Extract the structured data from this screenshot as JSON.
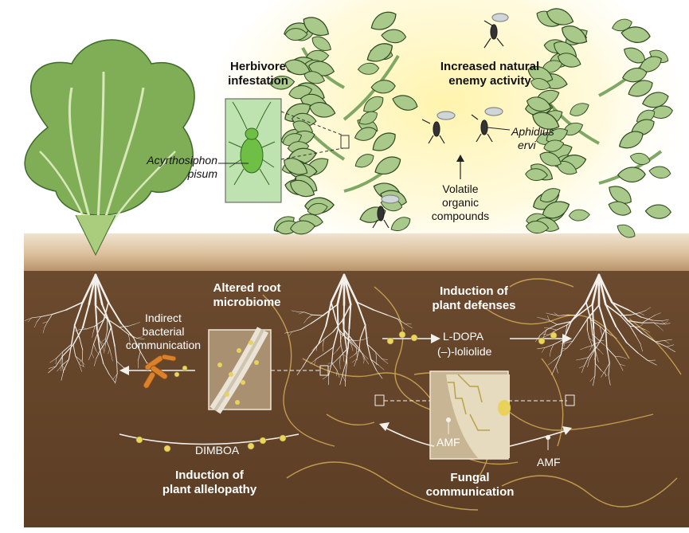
{
  "labels": {
    "herbivore_1": "Herbivore",
    "herbivore_2": "infestation",
    "enemy_1": "Increased natural",
    "enemy_2": "enemy activity",
    "aphid_genus": "Acyrthosiphon",
    "aphid_species": "pisum",
    "wasp_genus": "Aphidius",
    "wasp_species": "ervi",
    "volatile_1": "Volatile",
    "volatile_2": "organic",
    "volatile_3": "compounds",
    "microbiome_1": "Altered root",
    "microbiome_2": "microbiome",
    "bacterial_1": "Indirect",
    "bacterial_2": "bacterial",
    "bacterial_3": "communication",
    "defenses_1": "Induction of",
    "defenses_2": "plant defenses",
    "ldopa": "L-DOPA",
    "loliolide": "(–)-loliolide",
    "dimboa": "DIMBOA",
    "amf_a": "AMF",
    "amf_b": "AMF",
    "allelopathy_1": "Induction of",
    "allelopathy_2": "plant allelopathy",
    "fungal_1": "Fungal",
    "fungal_2": "communication"
  },
  "colors": {
    "soil": "#6b4a2e",
    "soil_surface": "#d9bd98",
    "leaf": "#9cc27f",
    "glow": "#fff3a8",
    "root": "#f4f1ec",
    "hyphae": "#d9b25a",
    "compound": "#ecd55e",
    "bacteria": "#d9822b"
  }
}
